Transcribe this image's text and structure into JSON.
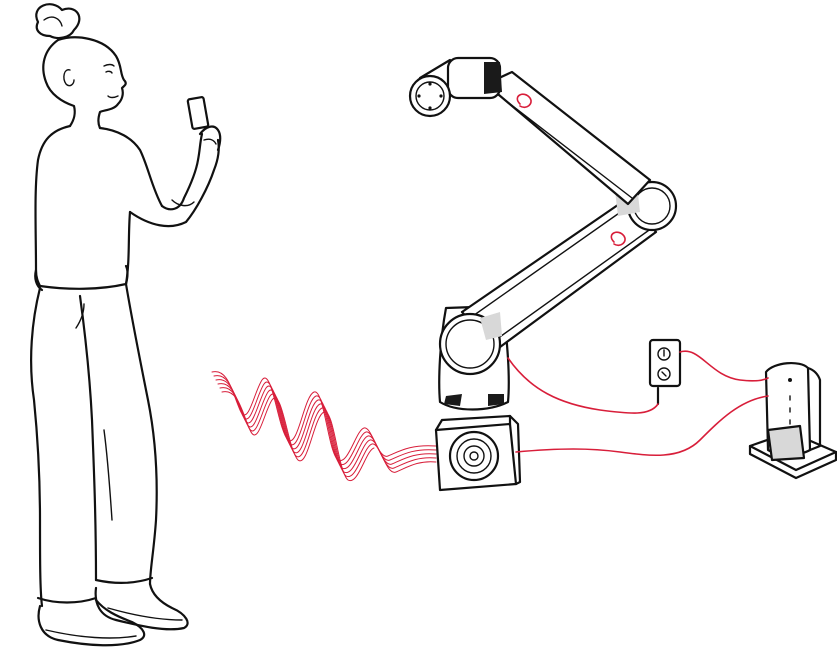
{
  "scene": {
    "background": "#ffffff",
    "ink_color": "#111111",
    "accent_color": "#d81e3a",
    "objects": [
      {
        "name": "person",
        "icon": "person-holding-phone"
      },
      {
        "name": "phone",
        "icon": "phone-icon"
      },
      {
        "name": "robot-arm",
        "icon": "robot-arm-icon"
      },
      {
        "name": "wall-outlet",
        "icon": "outlet-icon"
      },
      {
        "name": "speaker",
        "icon": "speaker-icon"
      },
      {
        "name": "controller-box",
        "icon": "server-icon"
      },
      {
        "name": "sound-wave",
        "icon": "sound-wave-icon"
      },
      {
        "name": "cables",
        "icon": "cable-icon"
      }
    ]
  }
}
